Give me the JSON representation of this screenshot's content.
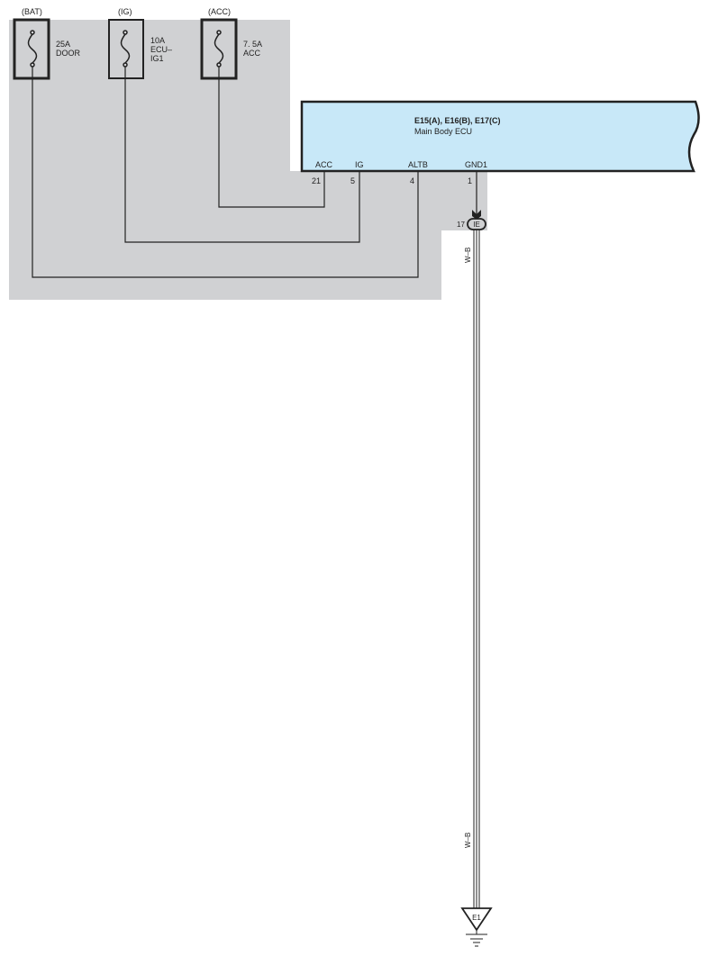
{
  "diagram": {
    "colors": {
      "shaded_area": "#d0d1d3",
      "ecu_fill": "#c8e8f8",
      "wire": "#222222",
      "background": "#ffffff"
    },
    "fuses": [
      {
        "source": "(BAT)",
        "rating": "25A",
        "name_line1": "DOOR",
        "name_line2": ""
      },
      {
        "source": "(IG)",
        "rating": "10A",
        "name_line1": "ECU–",
        "name_line2": "IG1"
      },
      {
        "source": "(ACC)",
        "rating": "7. 5A",
        "name_line1": "ACC",
        "name_line2": ""
      }
    ],
    "ecu": {
      "connectors": "E15(A), E16(B), E17(C)",
      "name": "Main Body ECU",
      "pins": [
        {
          "label": "ACC",
          "number": "21"
        },
        {
          "label": "IG",
          "number": "5"
        },
        {
          "label": "ALTB",
          "number": "4"
        },
        {
          "label": "GND1",
          "number": "1"
        }
      ]
    },
    "junction": {
      "pin": "17",
      "id": "IE"
    },
    "wire_color_labels": [
      "W–B",
      "W–B"
    ],
    "ground": {
      "id": "E1"
    }
  }
}
